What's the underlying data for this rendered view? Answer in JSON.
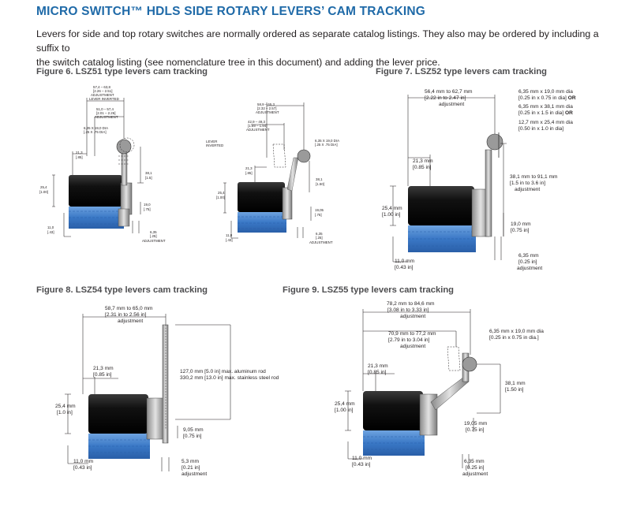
{
  "title": "MICRO SWITCH™ HDLS SIDE ROTARY LEVERS’ CAM TRACKING",
  "intro": [
    "Levers for side and top rotary switches are normally ordered as separate catalog listings. They also may be ordered by including a suffix to",
    "the switch catalog listing (see nomenclature tree in this document) and adding the lever price."
  ],
  "figures": {
    "fig6": {
      "caption": "Figure 6. LSZ51 type levers cam tracking",
      "labels": {
        "a1": "57,4 – 63,8",
        "a2": "[2.26 – 2.51]",
        "a3": "ADJUSTMENT",
        "a4": "LEVER INVERTED",
        "b1": "51,0 – 57,4",
        "b2": "[2.01 – 2.26]",
        "b3": "ADJUSTMENT",
        "c1": "6,35 X 19,0 DIA",
        "c2": "[.25 X .75 DIA]",
        "h1": "21,3",
        "h2": "[.85]",
        "v1": "25,4",
        "v2": "[1.00]",
        "r1": "38,1",
        "r2": "[1.5]",
        "s1": "19,0",
        "s2": "[.75]",
        "l1": "11,0",
        "l2": "[.43]",
        "e1": "6,35",
        "e2": "[.25]",
        "e3": "ADJUSTMENT"
      }
    },
    "fig6b": {
      "labels": {
        "a1": "58,9 – 65,3",
        "a2": "[2.32 – 2.57]",
        "a3": "ADJUSTMENT",
        "b1": "42,9 – 49,3",
        "b2": "[1.69 – 1.94]",
        "b3": "ADJUSTMENT",
        "inv1": "LEVER",
        "inv2": "INVERTED",
        "c1": "6,35 X 19,0 DIA",
        "c2": "[.25 X .75 DIA]",
        "h1": "21,3",
        "h2": "[.85]",
        "v1": "25,4",
        "v2": "[1.00]",
        "r1": "38,1",
        "r2": "[1.50]",
        "s1": "19,05",
        "s2": "[.75]",
        "l1": "11,0",
        "l2": "[.43]",
        "e1": "6,35",
        "e2": "[.25]",
        "e3": "ADJUSTMENT"
      }
    },
    "fig7": {
      "caption": "Figure 7. LSZ52 type levers cam tracking",
      "labels": {
        "a1": "56,4 mm to 62,7 mm",
        "a2": "[2.22 in to 2.47 in]",
        "a3": "adjustment",
        "w1": "6,35 mm x 19,0 mm dia",
        "w2": "[0.25 in x 0.75 in dia]",
        "w2b": "OR",
        "w3": "6,35 mm x 38,1 mm dia",
        "w4": "[0.25 in x 1.5 in dia]",
        "w4b": "OR",
        "w5": "12,7 mm x 25,4 mm dia",
        "w6": "[0.50 in x 1.0 in dia]",
        "h1": "21,3 mm",
        "h2": "[0.85 in]",
        "r1": "38,1 mm to 91,1 mm",
        "r2": "[1.5 in to 3.6 in]",
        "r3": "adjustment",
        "v1": "25,4 mm",
        "v2": "[1.00 in]",
        "s1": "19,0 mm",
        "s2": "[0.75 in]",
        "l1": "11,0 mm",
        "l2": "[0.43 in]",
        "e1": "6,35 mm",
        "e2": "[0.25 in]",
        "e3": "adjustment"
      }
    },
    "fig8": {
      "caption": "Figure 8. LSZ54 type levers cam tracking",
      "labels": {
        "a1": "58,7 mm to 65,0 mm",
        "a2": "[2.31 in to 2.56 in]",
        "a3": "adjustment",
        "h1": "21,3 mm",
        "h2": "[0.85 in]",
        "r1": "127,0 mm [5.0 in] max. aluminum rod",
        "r2": "330,2 mm [13.0 in] max. stainless steel rod",
        "v1": "25,4 mm",
        "v2": "[1.0 in]",
        "s1": "9,05 mm",
        "s2": "[0.75 in]",
        "l1": "11,0 mm",
        "l2": "[0.43 in]",
        "e1": "5,3 mm",
        "e2": "[0.21 in]",
        "e3": "adjustment"
      }
    },
    "fig9": {
      "caption": "Figure 9. LSZ55 type levers cam tracking",
      "labels": {
        "a1": "78,2 mm to 84,6 mm",
        "a2": "[3.08 in to 3.33 in]",
        "a3": "adjustment",
        "b1": "70,9 mm to 77,2 mm",
        "b2": "[2.79 in to 3.04 in]",
        "b3": "adjustment",
        "w1": "6,35 mm x 19,0 mm dia",
        "w2": "[0.25 in x 0.75 in dia.]",
        "h1": "21,3 mm",
        "h2": "[0.85 in]",
        "r1": "38,1 mm",
        "r2": "[1.50 in]",
        "v1": "25,4 mm",
        "v2": "[1.00 in]",
        "s1": "19,05 mm",
        "s2": "[0.75 in]",
        "l1": "11,0 mm",
        "l2": "[0.43 in]",
        "e1": "6,35 mm",
        "e2": "[0.25 in]",
        "e3": "adjustment"
      }
    }
  },
  "colors": {
    "title": "#1f6aa8",
    "switch_body": "#1a1a1a",
    "switch_base": "#3a78c6",
    "metal": "#b5b5b5"
  }
}
